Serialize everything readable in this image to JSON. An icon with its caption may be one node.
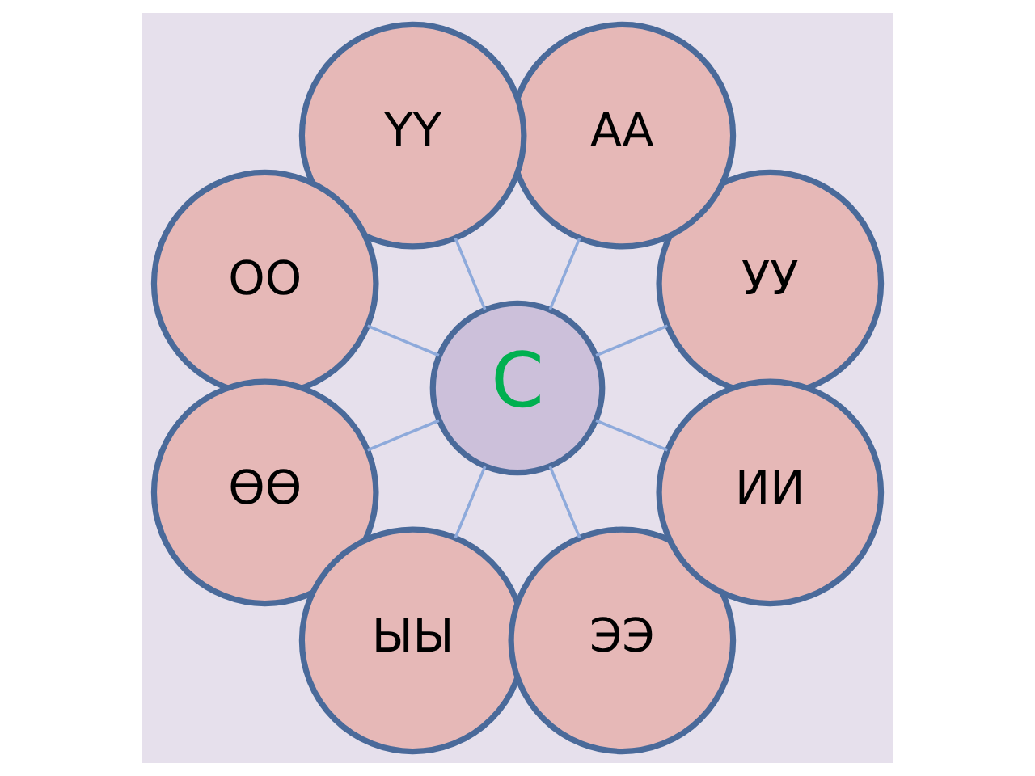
{
  "diagram": {
    "nodes": [
      {
        "text": [
          "УУ"
        ]
      },
      {
        "text": [
          "АА"
        ]
      },
      {
        "text": [
          "ҮҮ"
        ]
      },
      {
        "text": [
          "ОО"
        ]
      },
      {
        "text": [
          "С"
        ]
      },
      {
        "text": [
          "ӨӨ"
        ]
      },
      {
        "text": [
          "ЫЫ"
        ]
      },
      {
        "text": [
          "ЭЭ"
        ]
      },
      {
        "text": [
          "ИИ"
        ]
      }
    ],
    "edges": [
      {
        "from": 4,
        "to": 0,
        "arrow": "none"
      },
      {
        "from": 4,
        "to": 1,
        "arrow": "none"
      },
      {
        "from": 4,
        "to": 3,
        "arrow": "none"
      },
      {
        "from": 4,
        "to": 6,
        "arrow": "none"
      },
      {
        "from": 4,
        "to": 8,
        "arrow": "none"
      },
      {
        "from": 4,
        "to": 7,
        "arrow": "none"
      },
      {
        "from": 4,
        "to": 5,
        "arrow": "none"
      },
      {
        "from": 4,
        "to": 2,
        "arrow": "none"
      }
    ]
  }
}
